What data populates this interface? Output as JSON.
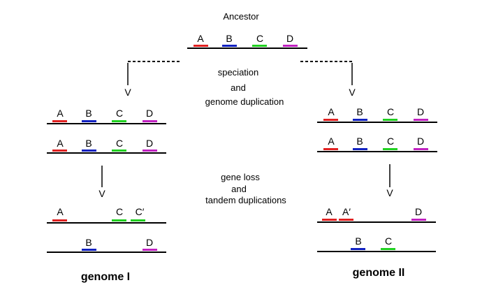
{
  "colors": {
    "A": "#e02020",
    "B": "#1020c0",
    "C": "#20d020",
    "D": "#c020c0",
    "line": "#000000"
  },
  "labels": {
    "ancestor": "Ancestor",
    "speciation_1": "speciation",
    "speciation_2": "and",
    "speciation_3": "genome duplication",
    "loss_1": "gene loss",
    "loss_2": "and",
    "loss_3": "tandem duplications",
    "genome_1": "genome I",
    "genome_2": "genome II",
    "arrow_head": "V"
  },
  "genes": {
    "A": "A",
    "B": "B",
    "C": "C",
    "D": "D",
    "C_prime": "C′",
    "A_prime": "A′"
  }
}
